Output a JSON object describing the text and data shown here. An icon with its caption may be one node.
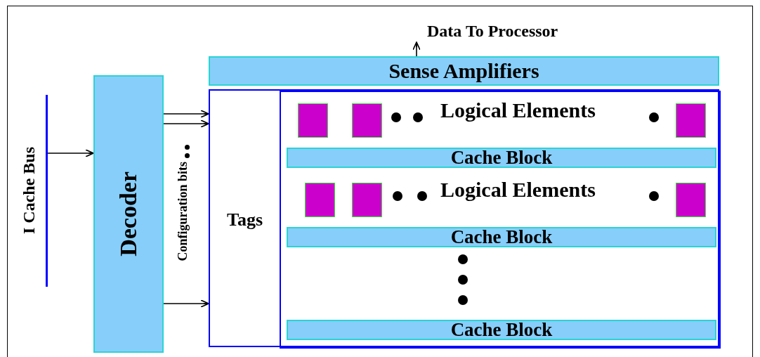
{
  "diagram": {
    "nodes": [
      {
        "text": [
          "I Cache Bus"
        ]
      },
      {
        "text": [
          "Decoder"
        ]
      },
      {
        "text": [
          "Data To Processor"
        ]
      },
      {
        "text": [
          "Sense Amplifiers"
        ]
      },
      {
        "text": [],
        "shape": "box"
      },
      {
        "text": [
          "Tags"
        ],
        "in": 4
      },
      {
        "text": [],
        "shape": "box",
        "in": 4
      },
      {
        "text": [],
        "shape": "box",
        "in": 6
      },
      {
        "text": [],
        "shape": "box",
        "in": 6
      },
      {
        "text": [],
        "shape": "box",
        "in": 6
      },
      {
        "text": [
          "Cache Block"
        ],
        "in": 6
      },
      {
        "text": [],
        "shape": "box",
        "in": 6
      },
      {
        "text": [],
        "shape": "box",
        "in": 6
      },
      {
        "text": [],
        "shape": "box",
        "in": 6
      },
      {
        "text": [
          "Cache Block"
        ],
        "in": 6
      },
      {
        "text": [
          "Cache Block"
        ],
        "in": 6
      }
    ],
    "edges": [
      {
        "from": 0,
        "to": 1,
        "arrow": "to"
      },
      {
        "from": 1,
        "to": 4,
        "arrow": "to"
      },
      {
        "from": 1,
        "to": 4,
        "arrow": "to"
      },
      {
        "from": 1,
        "to": 4,
        "arrow": "to"
      },
      {
        "from": 3,
        "to": 2,
        "arrow": "to"
      }
    ],
    "labels": [
      "Configuration bits",
      "Logical Elements",
      "Logical Elements"
    ]
  }
}
